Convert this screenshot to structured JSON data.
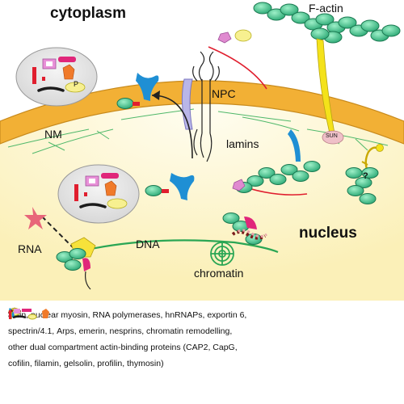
{
  "labels": {
    "cytoplasm": "cytoplasm",
    "f_actin": "F-actin",
    "npc": "NPC",
    "nm": "NM",
    "lamins": "lamins",
    "sun": "SUN",
    "question": "?",
    "p": "P",
    "rna": "RNA",
    "dna": "DNA",
    "nucleus": "nucleus",
    "chromatin": "chromatin"
  },
  "legend": {
    "actin": "actin,",
    "nuclear_myosin": "nuclear myosin,",
    "rna_polymerases": "RNA polymerases,",
    "hnrnaps": "hnRNAPs,",
    "exportin6": "exportin 6,",
    "spectrin": "spectrin/4.1,",
    "arps": "Arps,",
    "emerin": "emerin,",
    "nesprins": "nesprins,",
    "chromatin_remodelling": "chromatin remodelling,",
    "other_line1": "other dual compartment actin-binding proteins (CAP2, CapG,",
    "other_line2": "cofilin, filamin, gelsolin, profilin, thymosin)"
  },
  "colors": {
    "actin": "#3cc08a",
    "membrane": "#f2b035",
    "nucleoplasm": "#fdf7d2",
    "myosin": "#e0267a",
    "exportin": "#1f8fd4",
    "polymerase": "#f7e23a",
    "hnrnap": "#e8667a",
    "filament_line": "#e01e2e",
    "dna_line": "#2aa654"
  }
}
